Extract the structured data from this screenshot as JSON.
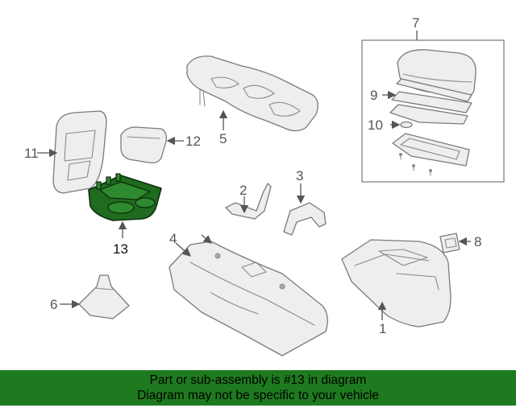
{
  "callouts": {
    "c1": "1",
    "c2": "2",
    "c3": "3",
    "c4": "4",
    "c5": "5",
    "c6": "6",
    "c7": "7",
    "c8": "8",
    "c9": "9",
    "c10": "10",
    "c11": "11",
    "c12": "12",
    "c13": "13"
  },
  "highlight": {
    "part_number": "13",
    "color": "#1f6b1f"
  },
  "banner": {
    "line1": "Part or sub-assembly is #13 in diagram",
    "line2": "Diagram may not be specific to your vehicle",
    "background": "#1e7a1e"
  }
}
